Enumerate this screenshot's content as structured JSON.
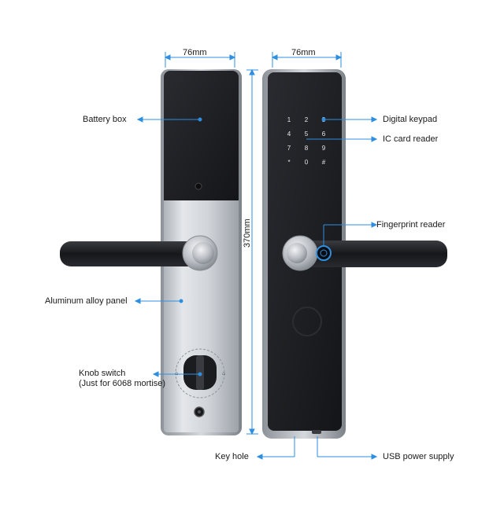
{
  "dimensions": {
    "left_width": "76mm",
    "right_width": "76mm",
    "height": "370mm"
  },
  "keypad": {
    "keys": [
      "1",
      "2",
      "3",
      "4",
      "5",
      "6",
      "7",
      "8",
      "9",
      "*",
      "0",
      "#"
    ]
  },
  "labels": {
    "battery_box": "Battery box",
    "aluminum_panel": "Aluminum alloy panel",
    "knob_switch_line1": "Knob switch",
    "knob_switch_line2": "(Just for 6068 mortise)",
    "digital_keypad": "Digital keypad",
    "ic_card_reader": "IC card reader",
    "fingerprint_reader": "Fingerprint reader",
    "key_hole": "Key hole",
    "usb_power_supply": "USB power supply"
  },
  "colors": {
    "callout": "#2e8fe0",
    "panel_black": "#1c1d21",
    "aluminum": "#c9cdd3",
    "handle": "#1e1f23"
  }
}
